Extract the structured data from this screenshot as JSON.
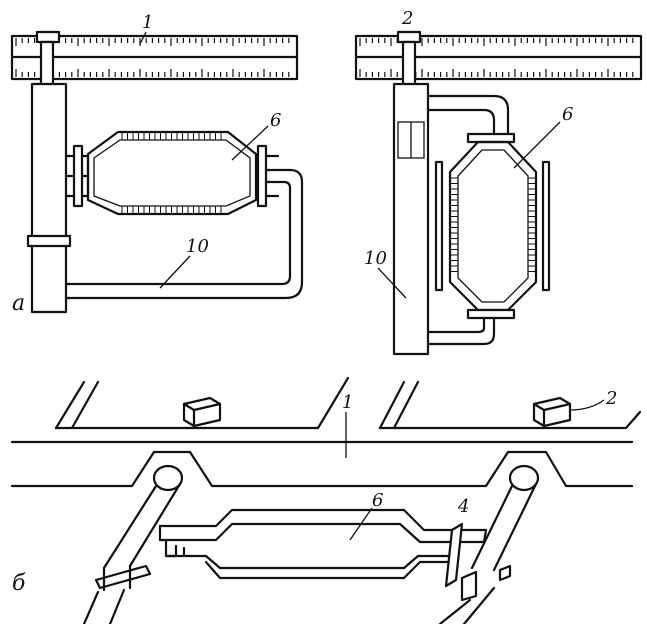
{
  "labels": {
    "ruler_left": "1",
    "ruler_right": "2",
    "tube_a": "6",
    "tube_b": "6",
    "pipe_a": "10",
    "pipe_b": "10",
    "panel_a": "а",
    "panel_b": "б",
    "beam": "1",
    "bracket": "2",
    "tube_bottom": "6",
    "clamp": "4"
  },
  "colors": {
    "ink": "#111111",
    "paper": "#ffffff"
  }
}
